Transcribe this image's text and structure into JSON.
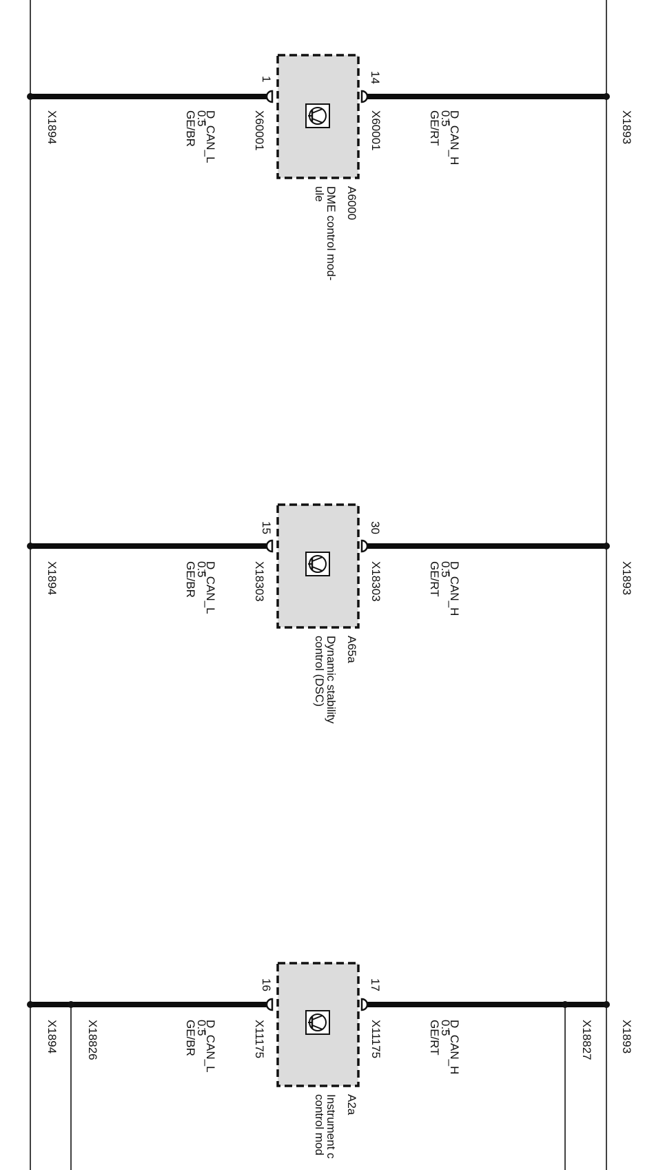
{
  "bus": {
    "left_connector": "X1894",
    "right_connector": "X1893"
  },
  "modules": [
    {
      "id": "A6000",
      "name": "DME control mod-\nule",
      "connector": "X60001",
      "pin_low": "1",
      "pin_high": "14",
      "wire_low": {
        "signal": "D_CAN_L",
        "size": "0.5",
        "color": "GE/BR"
      },
      "wire_high": {
        "signal": "D_CAN_H",
        "size": "0.5",
        "color": "GE/RT"
      },
      "icon": "transistor-icon"
    },
    {
      "id": "A65a",
      "name": "Dynamic stability\ncontrol (DSC)",
      "connector": "X18303",
      "pin_low": "15",
      "pin_high": "30",
      "wire_low": {
        "signal": "D_CAN_L",
        "size": "0.5",
        "color": "GE/BR"
      },
      "wire_high": {
        "signal": "D_CAN_H",
        "size": "0.5",
        "color": "GE/RT"
      },
      "icon": "transistor-icon"
    },
    {
      "id": "A2a",
      "name": "Instrument c\ncontrol mod",
      "connector": "X11175",
      "pin_low": "16",
      "pin_high": "17",
      "wire_low": {
        "signal": "D_CAN_L",
        "size": "0.5",
        "color": "GE/BR"
      },
      "wire_high": {
        "signal": "D_CAN_H",
        "size": "0.5",
        "color": "GE/RT"
      },
      "icon": "transistor-icon",
      "extra_left_connector": "X18826",
      "extra_right_connector": "X18827"
    }
  ]
}
